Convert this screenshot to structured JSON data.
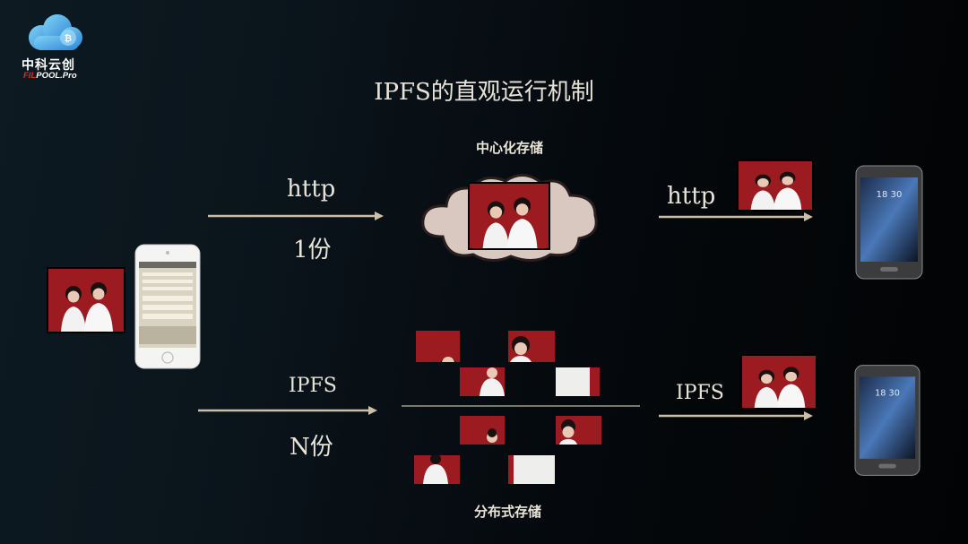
{
  "logo": {
    "cn_text": "中科云创",
    "en_prefix": "FIL",
    "en_suffix": "POOL.Pro",
    "icon": "cloud-logo-icon",
    "accent": "#e2262b"
  },
  "slide": {
    "title": "IPFS的直观运行机制",
    "centralized": {
      "label": "中心化存储",
      "upload_protocol": "http",
      "upload_copies": "1份",
      "download_protocol": "http"
    },
    "distributed": {
      "label": "分布式存储",
      "upload_protocol": "IPFS",
      "upload_copies": "N份",
      "download_protocol": "IPFS"
    }
  },
  "colors": {
    "arrow": "#cbbfa8",
    "photo_bg": "#9b1b20",
    "cloud": "#d9c8c0"
  }
}
